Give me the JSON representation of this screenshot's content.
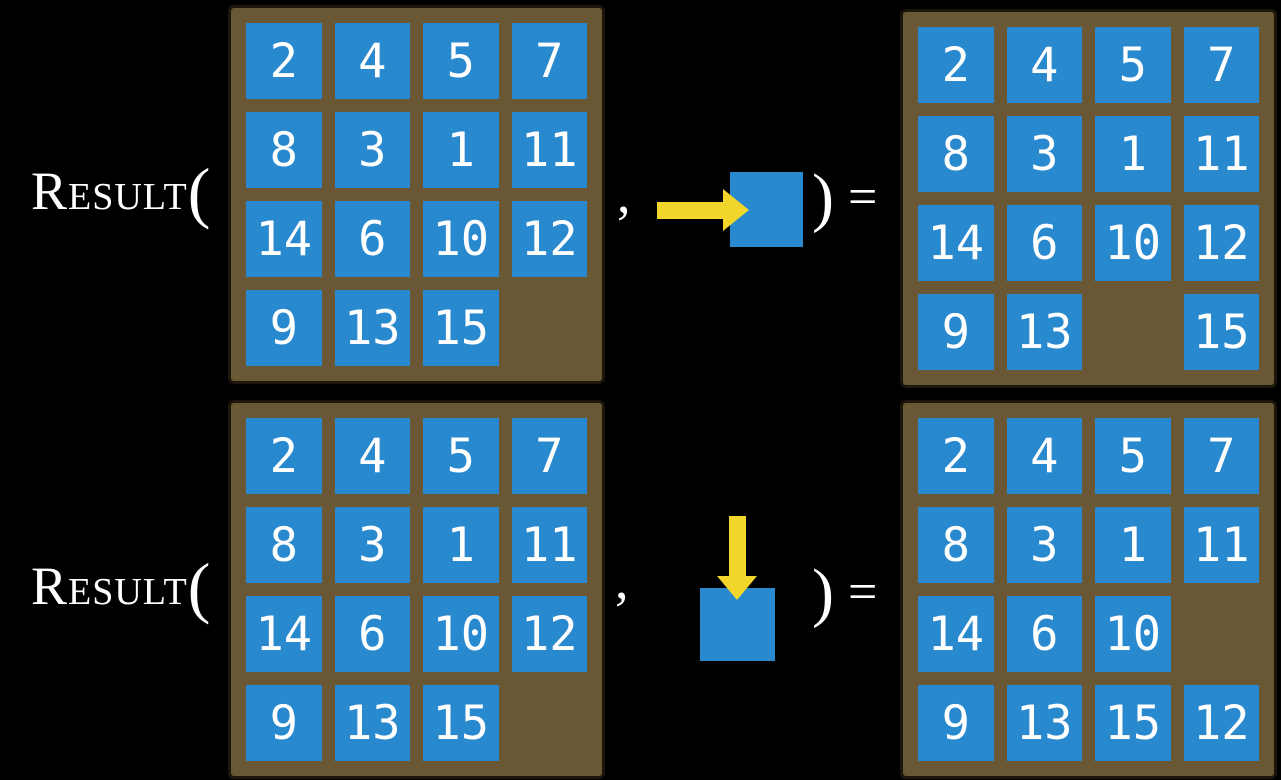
{
  "expr": {
    "function_name": "Result",
    "open_paren": "(",
    "comma": ",",
    "close_paren": ")",
    "equals": "="
  },
  "colors": {
    "background": "#000000",
    "board": "#6a5835",
    "tile": "#2889cf",
    "arrow": "#f2d62c",
    "text": "#ffffff"
  },
  "examples": [
    {
      "name": "slide-right",
      "action": {
        "icon": "arrow-right",
        "direction": "right"
      },
      "source_grid": [
        2,
        4,
        5,
        7,
        8,
        3,
        1,
        11,
        14,
        6,
        10,
        12,
        9,
        13,
        15,
        null
      ],
      "result_grid": [
        2,
        4,
        5,
        7,
        8,
        3,
        1,
        11,
        14,
        6,
        10,
        12,
        9,
        13,
        null,
        15
      ]
    },
    {
      "name": "slide-down",
      "action": {
        "icon": "arrow-down",
        "direction": "down"
      },
      "source_grid": [
        2,
        4,
        5,
        7,
        8,
        3,
        1,
        11,
        14,
        6,
        10,
        12,
        9,
        13,
        15,
        null
      ],
      "result_grid": [
        2,
        4,
        5,
        7,
        8,
        3,
        1,
        11,
        14,
        6,
        10,
        null,
        9,
        13,
        15,
        12
      ]
    }
  ]
}
